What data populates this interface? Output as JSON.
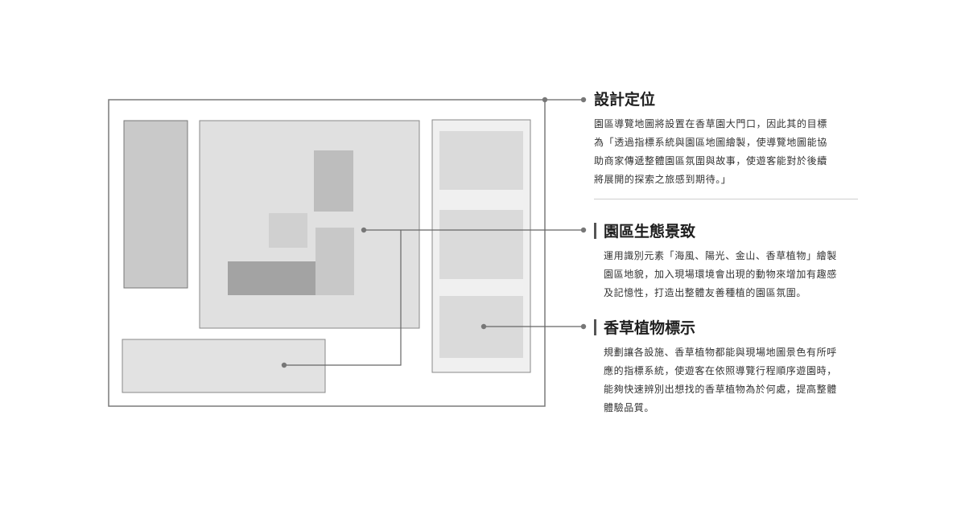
{
  "colors": {
    "frame": "#777777",
    "connector": "#666666",
    "light_fill": "#e0e0e0",
    "medium_fill": "#c9c9c9",
    "dark_fill": "#a5a5a5",
    "panel_fill": "#f0f0f0",
    "dot": "#777777"
  },
  "sections": [
    {
      "title": "設計定位",
      "lines": [
        "園區導覽地圖將設置在香草園大門口，因此其的目標",
        "為「透過指標系統與園區地圖繪製，使導覽地圖能協",
        "助商家傳遞整體園區氛圍與故事，使遊客能對於後續",
        "將展開的探索之旅感到期待。」"
      ]
    },
    {
      "title": "園區生態景致",
      "lines": [
        "運用識別元素「海風、陽光、金山、香草植物」繪製",
        "園區地貌，加入現場環境會出現的動物來增加有趣感",
        "及記憶性，打造出整體友善種植的園區氛圍。"
      ]
    },
    {
      "title": "香草植物標示",
      "lines": [
        "規劃讓各設施、香草植物都能與現場地圖景色有所呼",
        "應的指標系統，使遊客在依照導覽行程順序遊園時，",
        "能夠快速辨別出想找的香草植物為於何處，提高整體",
        "體驗品質。"
      ]
    }
  ]
}
